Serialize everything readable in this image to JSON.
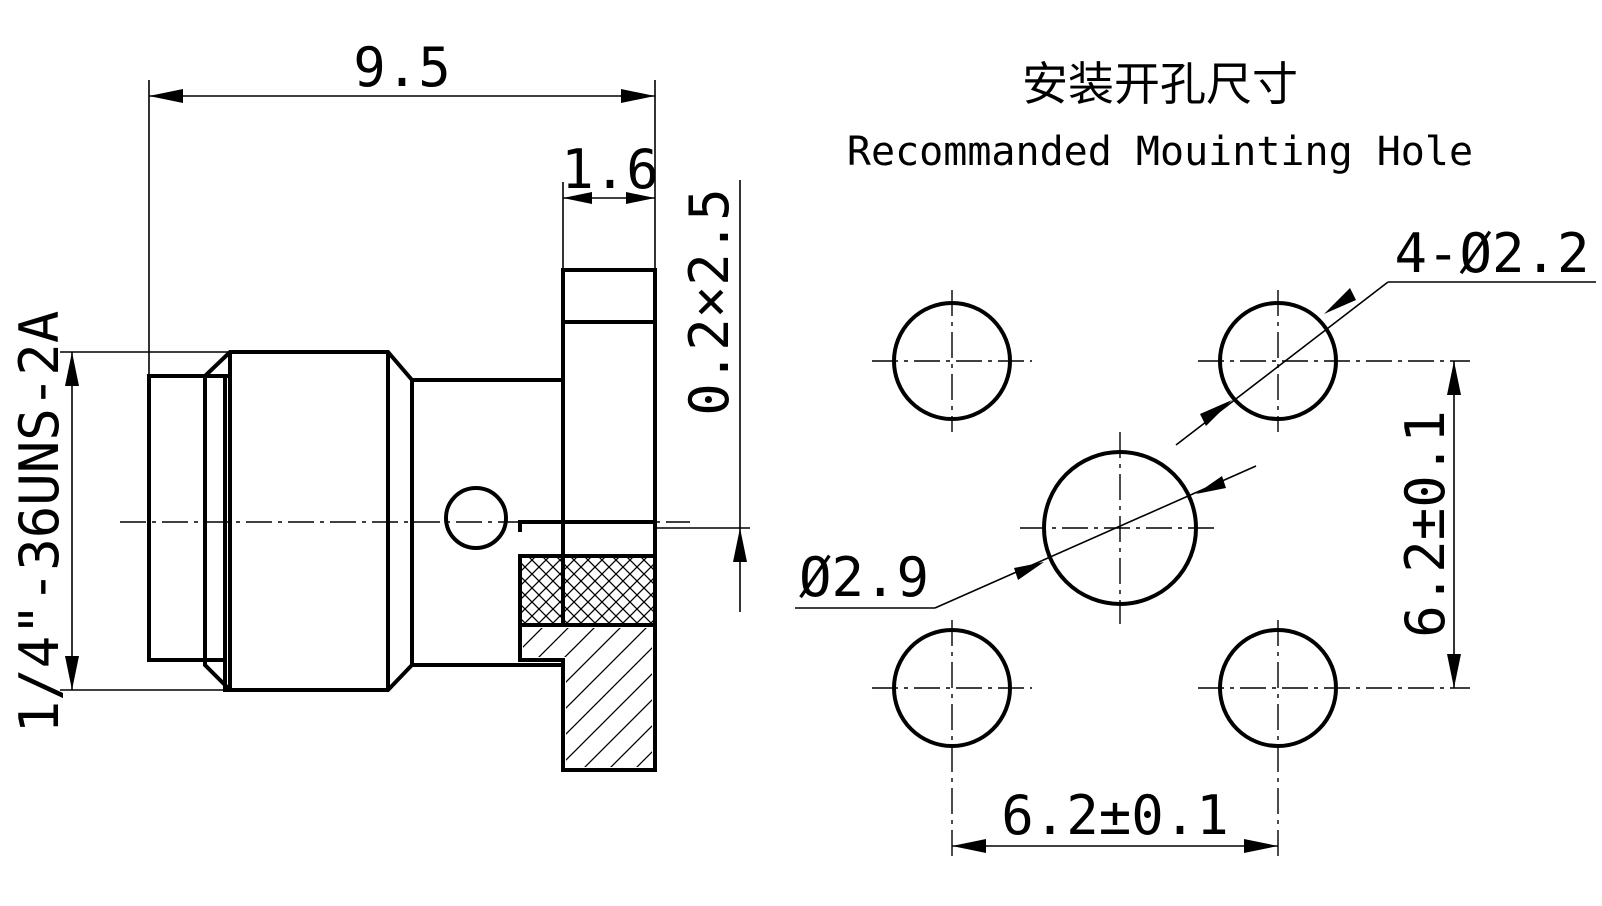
{
  "title_cn": "安装开孔尺寸",
  "title_en": "Recommanded Mouinting Hole",
  "side_view": {
    "overall_length": "9.5",
    "flange_thickness": "1.6",
    "chamfer": "0.2×2.5",
    "thread": "1/4\"-36UNS-2A"
  },
  "hole_pattern": {
    "corner_holes": "4-Ø2.2",
    "center_hole": "Ø2.9",
    "vertical_spacing": "6.2±0.1",
    "horizontal_spacing": "6.2±0.1"
  },
  "colors": {
    "line": "#000000",
    "background": "#ffffff"
  }
}
